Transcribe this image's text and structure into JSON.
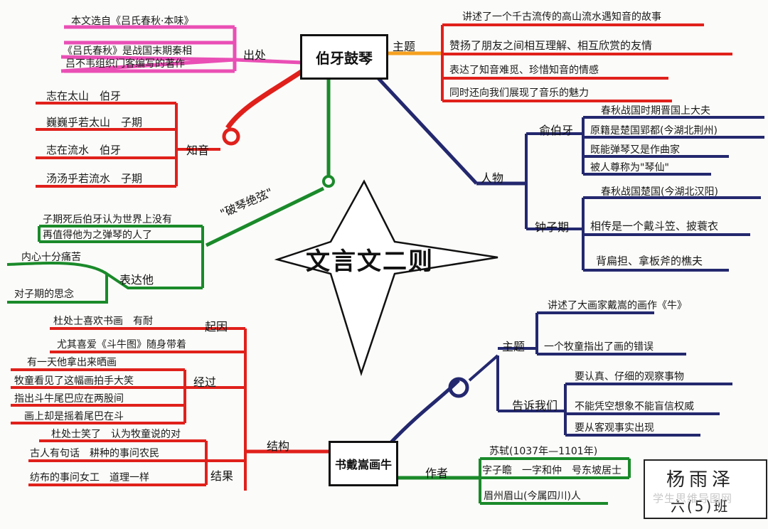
{
  "center": "文言文二则",
  "story1": {
    "title": "伯牙鼓琴",
    "source": [
      "本文选自《吕氏春秋·本味》",
      "《吕氏春秋》是战国末期秦相",
      "吕不韦组织门客编写的著作"
    ],
    "source_label": "出处",
    "theme_label": "主题",
    "theme": [
      "讲述了一个千古流传的高山流水遇知音的故事",
      "赞扬了朋友之间相互理解、相互欣赏的友情",
      "表达了知音难觅、珍惜知音的情感",
      "同时还向我们展现了音乐的魅力"
    ],
    "zhiyin_label": "知音",
    "zhiyin": [
      "志在太山　伯牙",
      "巍巍乎若太山　子期",
      "志在流水　伯牙",
      "汤汤乎若流水　子期"
    ],
    "break_label": "\"破琴绝弦\"",
    "break_lines": [
      "子期死后伯牙认为世界上没有",
      "再值得他为之弹琴的人了"
    ],
    "express_label": "表达他",
    "express": [
      "内心十分痛苦",
      "对子期的思念"
    ],
    "people_label": "人物",
    "boya_label": "俞伯牙",
    "boya": [
      "春秋战国时期晋国上大夫",
      "原籍是楚国郢都(今湖北荆州)",
      "既能弹琴又是作曲家",
      "被人尊称为\"琴仙\""
    ],
    "ziqi_label": "钟子期",
    "ziqi": [
      "春秋战国楚国(今湖北汉阳)",
      "相传是一个戴斗笠、披蓑衣",
      "背扁担、拿板斧的樵夫"
    ]
  },
  "story2": {
    "title": "书戴嵩画牛",
    "structure_label": "结构",
    "cause_label": "起因",
    "cause": [
      "杜处士喜欢书画　有耐",
      "尤其喜爱《斗牛图》随身带着"
    ],
    "process_label": "经过",
    "process": [
      "有一天他拿出来晒画",
      "牧童看见了这幅画拍手大笑",
      "指出斗牛尾巴应在两股间",
      "画上却是摇着尾巴在斗"
    ],
    "result_label": "结果",
    "result": [
      "杜处士笑了　认为牧童说的对",
      "古人有句话　耕种的事问农民",
      "纺布的事问女工　道理一样"
    ],
    "theme_label": "主题",
    "theme": [
      "讲述了大画家戴嵩的画作《牛》",
      "一个牧童指出了画的错误"
    ],
    "tell_label": "告诉我们",
    "tell": [
      "要认真、仔细的观察事物",
      "不能凭空想象不能盲信权威",
      "要从客观事实出现"
    ],
    "author_label": "作者",
    "author": [
      "苏轼(1037年—1101年)",
      "字子瞻　一字和仲　号东坡居士",
      "眉州眉山(今属四川)人"
    ]
  },
  "signature": {
    "name": "杨雨泽",
    "class": "六(5)班"
  },
  "watermark": "学生思维导图网"
}
